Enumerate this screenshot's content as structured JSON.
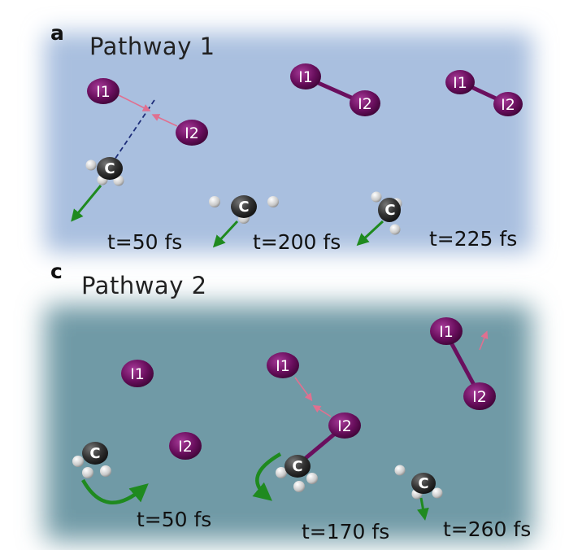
{
  "panels": [
    {
      "letter": "a",
      "title": "Pathway 1",
      "times": [
        "t=50 fs",
        "t=200 fs",
        "t=225 fs"
      ]
    },
    {
      "letter": "c",
      "title": "Pathway 2",
      "times": [
        "t=50 fs",
        "t=170 fs",
        "t=260 fs"
      ]
    }
  ],
  "atoms": {
    "iodine1": "I1",
    "iodine2": "I2",
    "carbon": "C"
  },
  "colors": {
    "iodine": "#6a0f5e",
    "carbon": "#3a3a3a",
    "hydrogen": "#d8d8d8",
    "motion_arrow": "#1f8a1f",
    "force_arrow": "#e07090",
    "bond_dashed": "#1e2e7a"
  }
}
